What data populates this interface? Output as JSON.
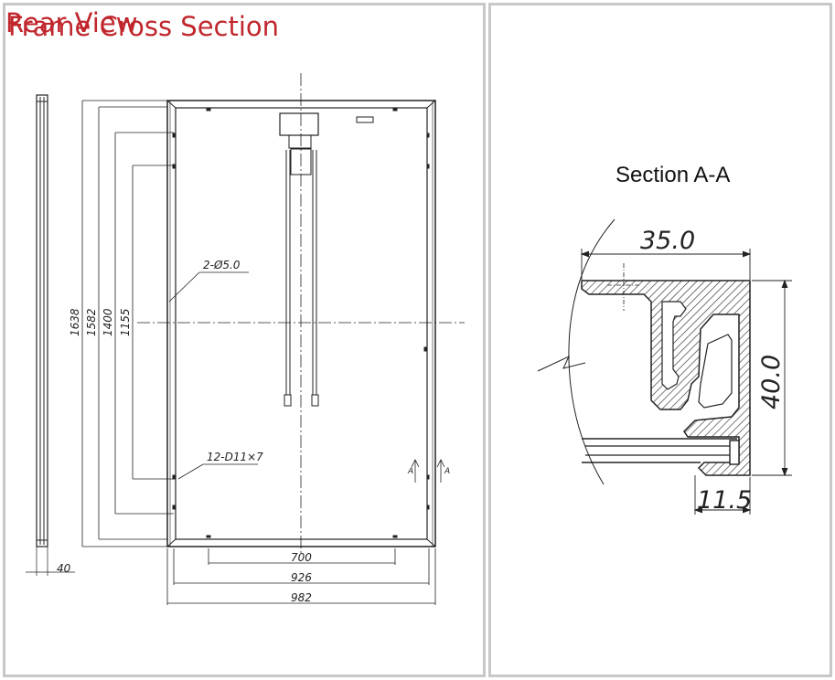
{
  "rear_view": {
    "title": "Rear View",
    "dims": {
      "height_outer": "1638",
      "height_mount_outer": "1582",
      "height_mount_mid": "1400",
      "height_mount_inner": "1155",
      "frame_thickness": "40",
      "width_inner": "700",
      "width_mount": "926",
      "width_outer": "982"
    },
    "callouts": {
      "ground_holes": "2-Ø5.0",
      "mount_holes": "12-D11×7"
    },
    "section_marker": "A"
  },
  "frame_section": {
    "title": "Frame Cross Section",
    "section_label": "Section A-A",
    "dims": {
      "width": "35.0",
      "height": "40.0",
      "lip": "11.5"
    }
  },
  "colors": {
    "title": "#c0272d",
    "panel_border": "#c8c8c8",
    "line": "#222222"
  }
}
